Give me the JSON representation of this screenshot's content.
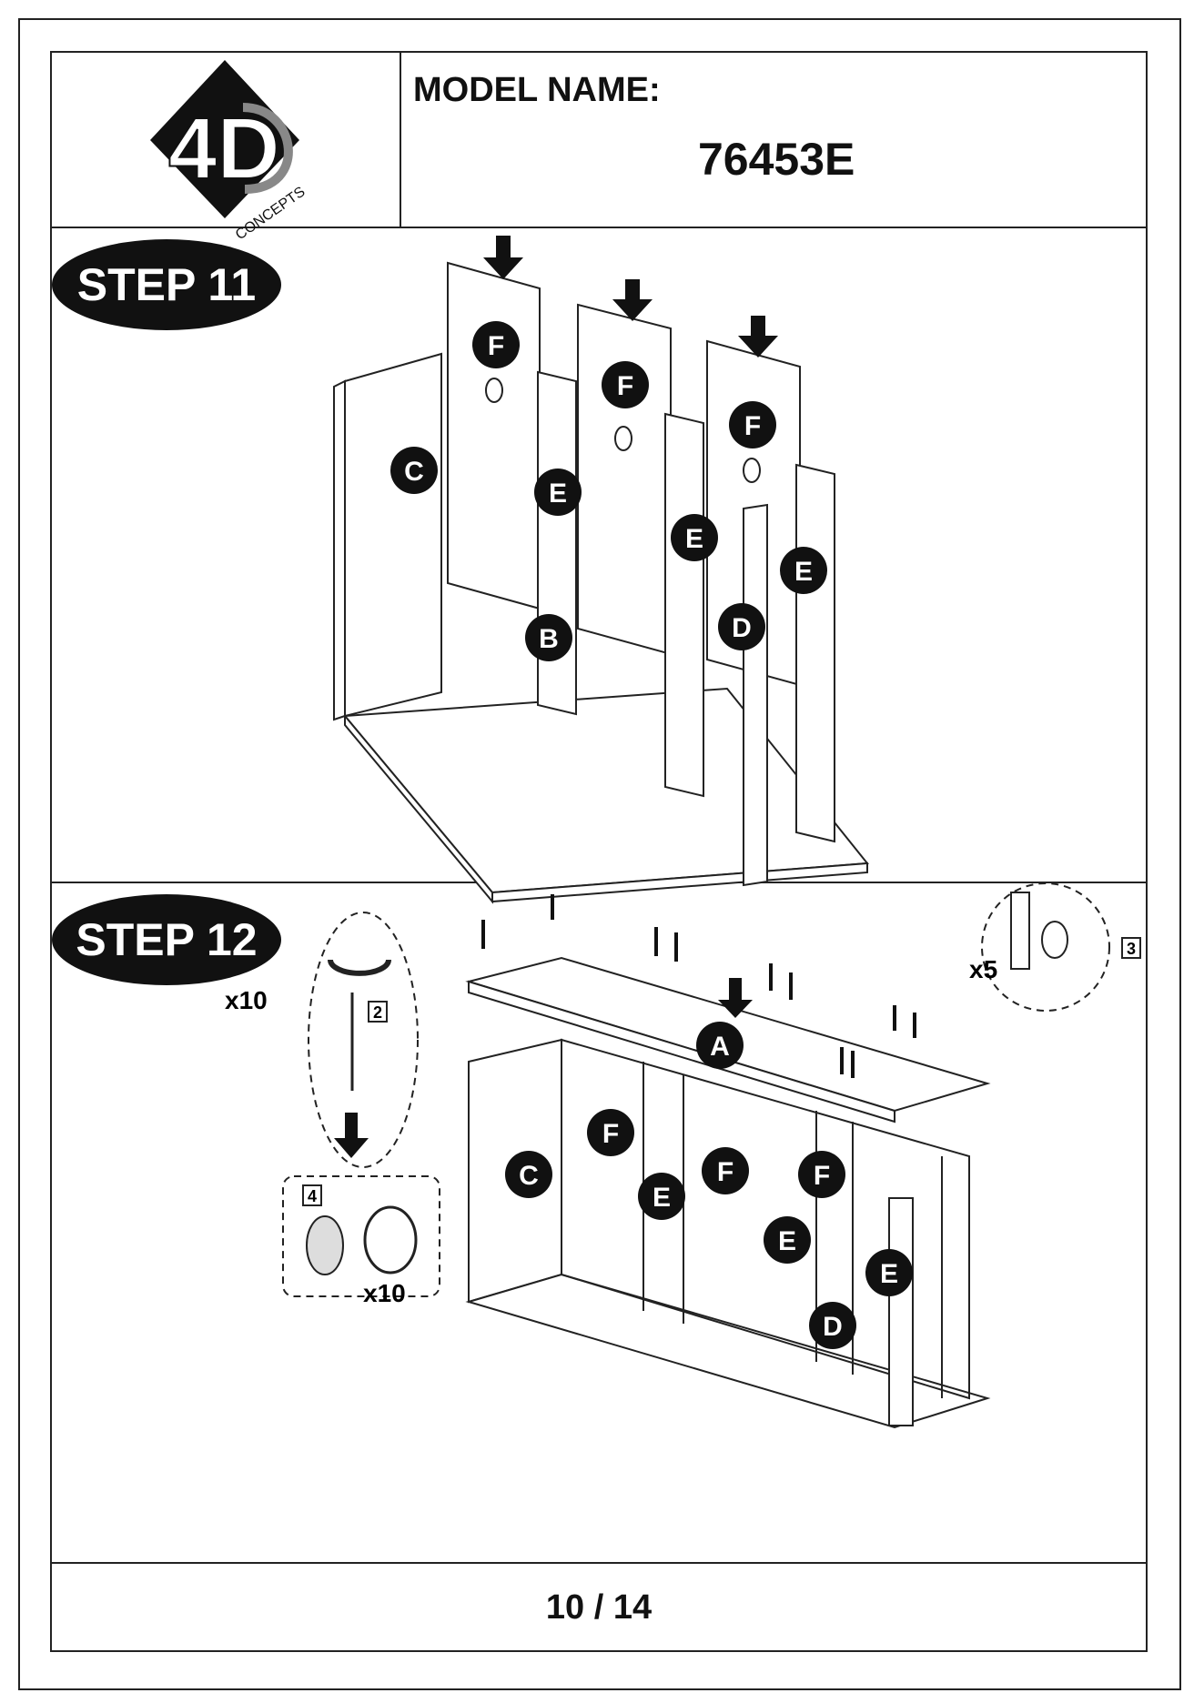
{
  "header": {
    "logo_text": "4D",
    "logo_subtext": "CONCEPTS",
    "model_label": "MODEL NAME:",
    "model_code": "76453E"
  },
  "step11": {
    "title": "STEP 11",
    "parts": [
      "F",
      "F",
      "F",
      "C",
      "E",
      "E",
      "E",
      "D",
      "B"
    ]
  },
  "step12": {
    "title": "STEP 12",
    "parts": [
      "A",
      "C",
      "F",
      "F",
      "F",
      "E",
      "E",
      "E",
      "D"
    ],
    "screw_qty": "x10",
    "screw_part": "2",
    "cap_part": "4",
    "cap_qty": "x10",
    "peg_qty": "x5",
    "peg_part": "3"
  },
  "footer": {
    "page": "10 / 14"
  },
  "colors": {
    "line": "#222222",
    "badge": "#111111",
    "badge_text": "#ffffff"
  }
}
